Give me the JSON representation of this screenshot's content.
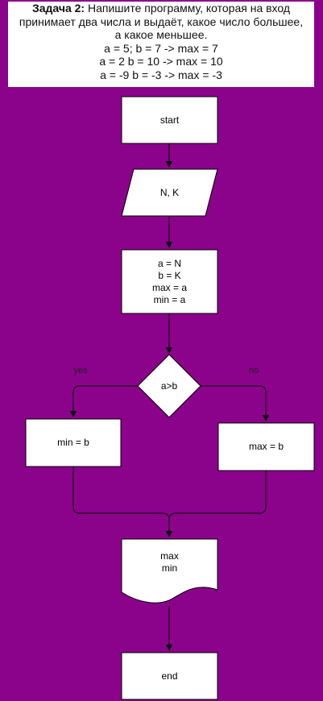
{
  "colors": {
    "background": "#8b028b",
    "shape_fill": "#ffffff",
    "stroke": "#000000",
    "branch_label": "#222222"
  },
  "task": {
    "title": "Задача 2:",
    "text_first": " Напишите программу, которая на вход",
    "text_lines": [
      "принимает два числа и выдаёт, какое число большее,",
      "а какое меньшее."
    ],
    "examples": [
      "a = 5; b = 7 -> max = 7",
      "a = 2 b = 10 -> max = 10",
      "a = -9 b = -3 -> max = -3"
    ]
  },
  "flowchart": {
    "start": "start",
    "input": "N, K",
    "assign": [
      "a = N",
      "b = K",
      "max = a",
      "min = a"
    ],
    "decision": "a>b",
    "yes_label": "yes",
    "no_label": "no",
    "yes_action": "min = b",
    "no_action": "max = b",
    "output": [
      "max",
      "min"
    ],
    "end": "end"
  }
}
